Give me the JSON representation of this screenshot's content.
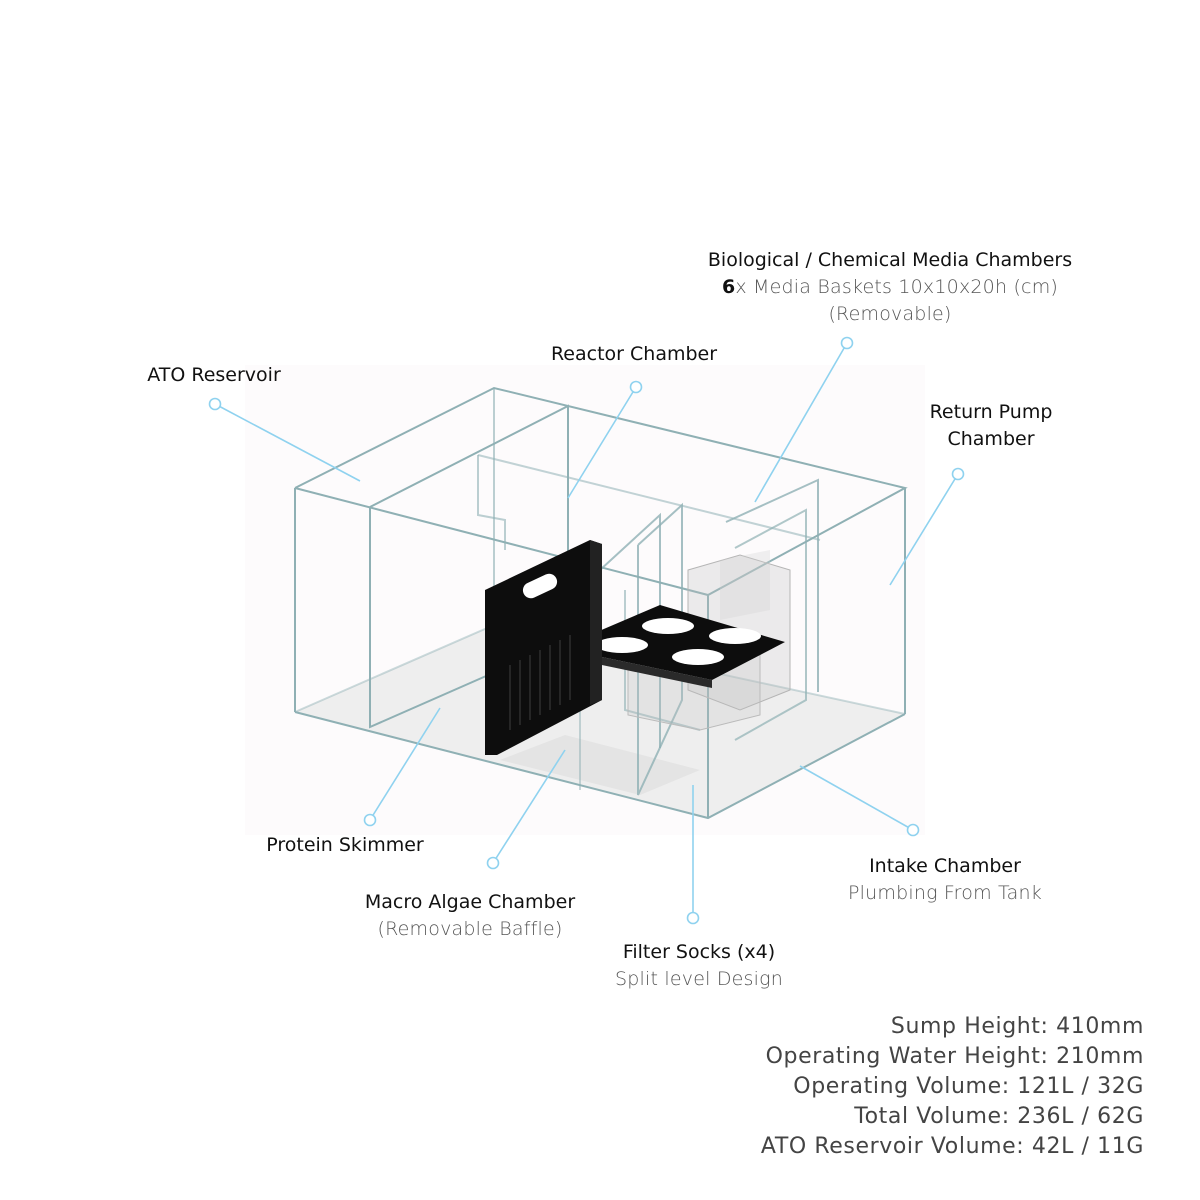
{
  "colors": {
    "glass": "#8fb0b4",
    "leader": "#8fd2ef",
    "baffle": "#0d0d0d",
    "floor": "#ececec"
  },
  "labels": {
    "media": {
      "title": "Biological / Chemical Media Chambers",
      "count": "6",
      "detail": "x Media Baskets 10x10x20h (cm)",
      "note": "(Removable)"
    },
    "reactor": {
      "title": "Reactor Chamber"
    },
    "ato": {
      "title": "ATO Reservoir"
    },
    "return_pump": {
      "line1": "Return Pump",
      "line2": "Chamber"
    },
    "skimmer": {
      "title": "Protein Skimmer"
    },
    "macro": {
      "title": "Macro Algae Chamber",
      "note": "(Removable Baffle)"
    },
    "socks": {
      "title": "Filter Socks (x4)",
      "note": "Split level Design"
    },
    "intake": {
      "title": "Intake Chamber",
      "note": "Plumbing From Tank"
    }
  },
  "specs": {
    "sump_height": "Sump Height: 410mm",
    "water_height": "Operating Water Height: 210mm",
    "operating_volume": "Operating Volume: 121L / 32G",
    "total_volume": "Total Volume: 236L / 62G",
    "ato_volume": "ATO Reservoir Volume: 42L / 11G"
  }
}
